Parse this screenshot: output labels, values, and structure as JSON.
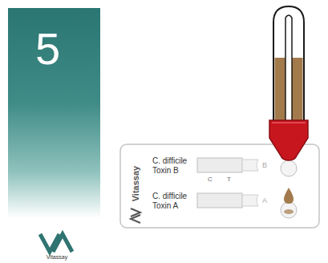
{
  "diagram": {
    "nodes": [
      {
        "text": [
          "5"
        ]
      },
      {
        "text": [
          "Vitassay"
        ]
      }
    ],
    "labels": [
      "C. difficile Toxin B",
      "C. difficile Toxin A",
      "C",
      "T",
      "B",
      "A",
      "Vitassay"
    ]
  }
}
